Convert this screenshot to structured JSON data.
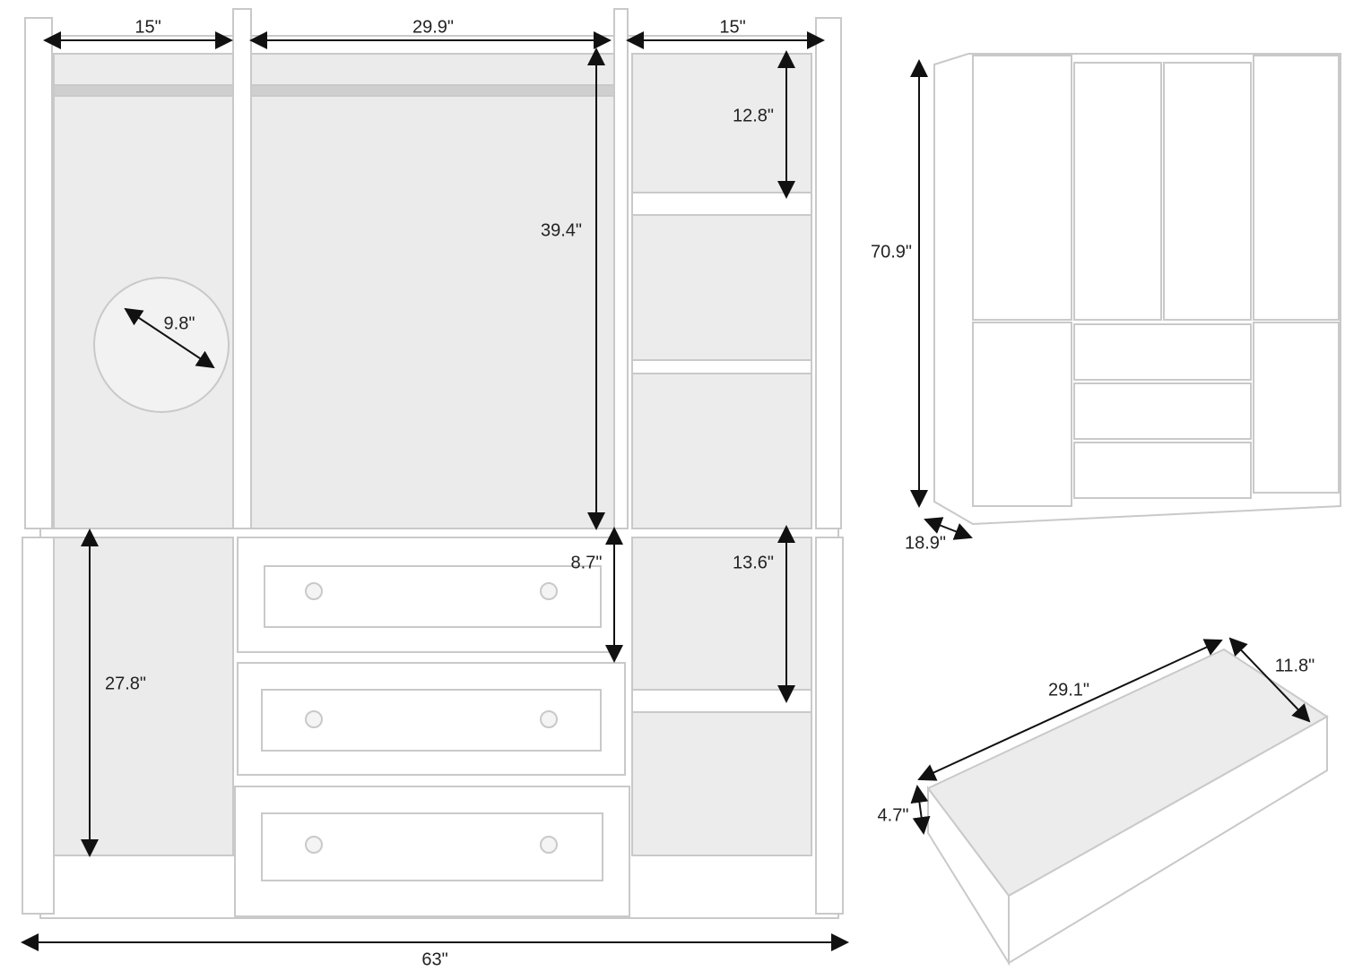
{
  "colors": {
    "furniture": "#ffffff",
    "interior": "#ececec",
    "outline": "#c9c9c9",
    "dimension_line": "#111111"
  },
  "dimensions": {
    "left_cabinet_width": "15\"",
    "middle_cabinet_width": "29.9\"",
    "right_cabinet_width": "15\"",
    "right_top_shelf_height": "12.8\"",
    "hanging_height": "39.4\"",
    "inset_depth": "9.8\"",
    "total_height": "70.9\"",
    "total_depth": "18.9\"",
    "drawer_height": "8.7\"",
    "right_bottom_shelf_height": "13.6\"",
    "left_bottom_height": "27.8\"",
    "drawer_width": "29.1\"",
    "drawer_depth": "11.8\"",
    "drawer_side_height": "4.7\"",
    "total_width": "63\""
  }
}
